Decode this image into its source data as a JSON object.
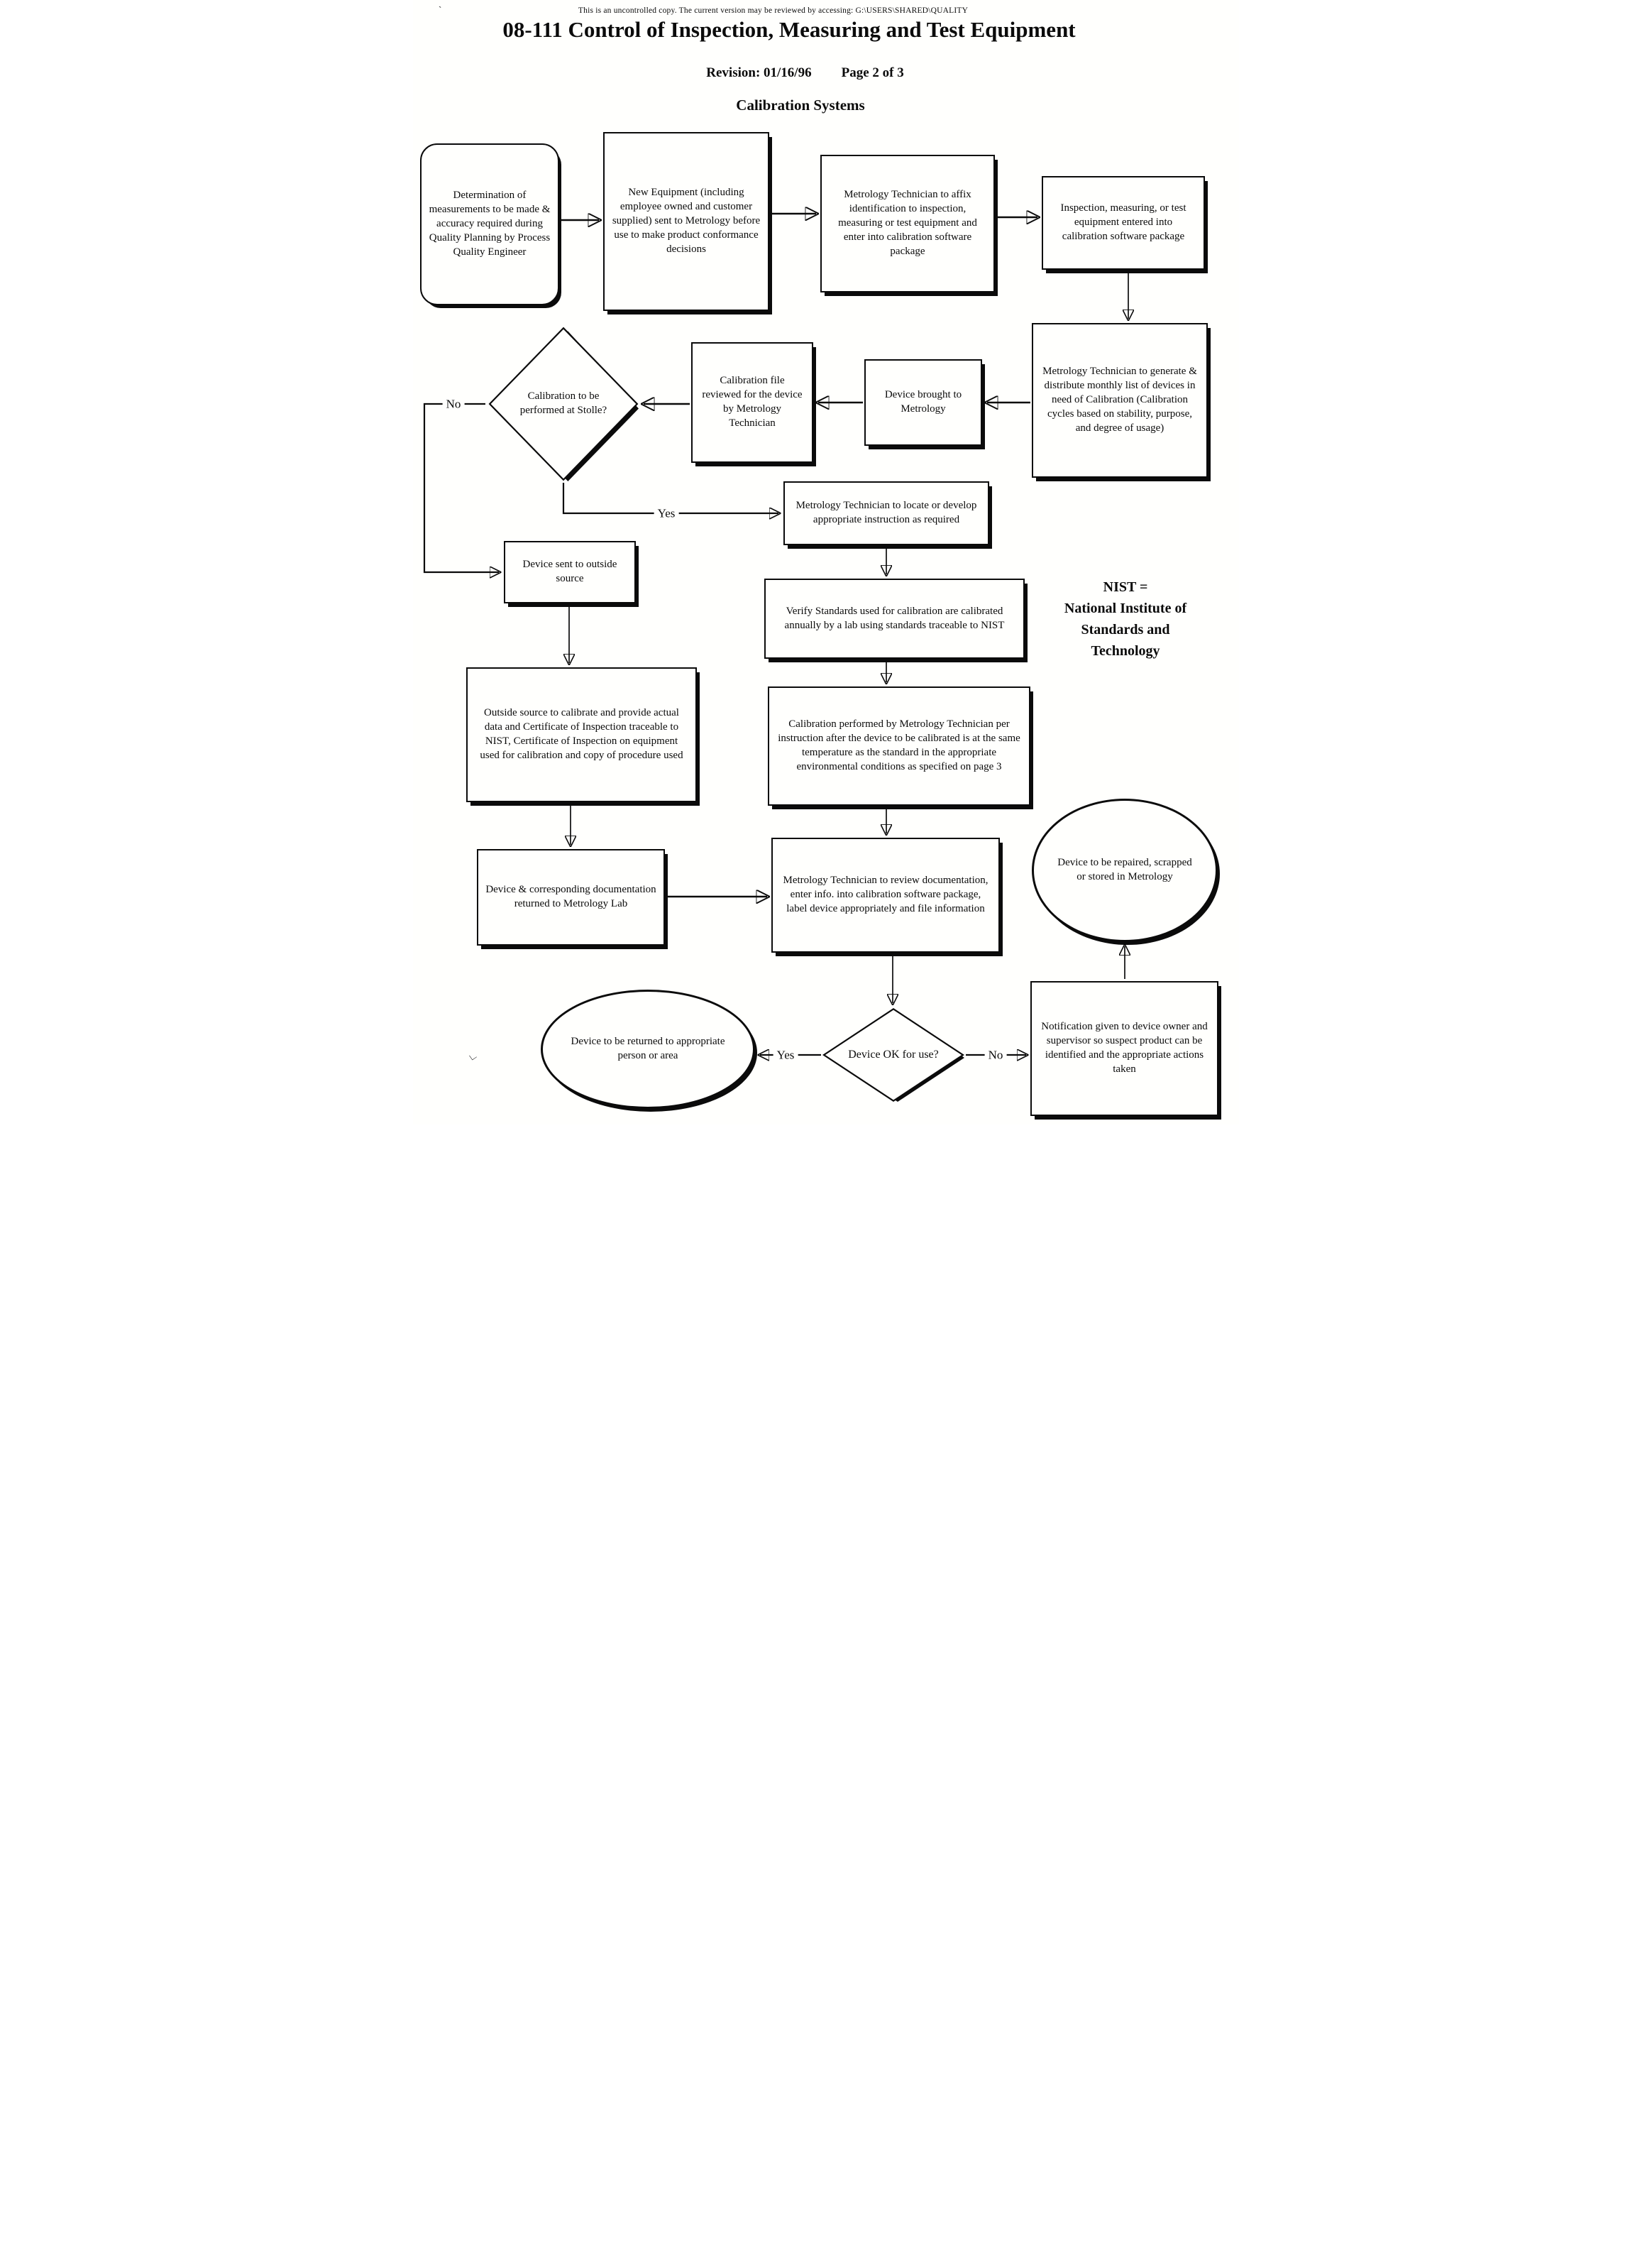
{
  "header": {
    "disclaimer": "This is an uncontrolled copy.  The current version may be reviewed by accessing:  G:\\USERS\\SHARED\\QUALITY",
    "title": "08-111 Control of Inspection, Measuring and Test Equipment",
    "revision": "Revision:  01/16/96",
    "page": "Page 2 of 3",
    "subtitle": "Calibration Systems"
  },
  "nodes": {
    "determination": {
      "shape": "rounded-rect",
      "text": "Determination of measurements to be made & accuracy required during Quality Planning by Process Quality Engineer"
    },
    "new_equipment": {
      "shape": "rect",
      "text": "New Equipment (including employee owned and customer supplied) sent to Metrology before use to make product conformance decisions"
    },
    "affix_identification": {
      "shape": "rect",
      "text": "Metrology Technician to affix identification to inspection, measuring or test equipment and enter into calibration software package"
    },
    "entered_into_software": {
      "shape": "rect",
      "text": "Inspection, measuring, or test equipment entered into calibration software package"
    },
    "monthly_list": {
      "shape": "rect",
      "text": "Metrology Technician to generate & distribute monthly list of devices in need of Calibration (Calibration cycles based on stability, purpose, and degree of usage)"
    },
    "device_brought": {
      "shape": "rect",
      "text": "Device brought to Metrology"
    },
    "calibration_file_reviewed": {
      "shape": "rect",
      "text": "Calibration file reviewed for the device by Metrology Technician"
    },
    "stolle_decision": {
      "shape": "diamond",
      "text": "Calibration to be performed at Stolle?"
    },
    "locate_instruction": {
      "shape": "rect",
      "text": "Metrology Technician to locate or develop appropriate instruction as required"
    },
    "verify_standards": {
      "shape": "rect",
      "text": "Verify Standards used for calibration are calibrated annually by a lab using standards traceable to NIST"
    },
    "calibration_performed": {
      "shape": "rect",
      "text": "Calibration performed by Metrology Technician per instruction after the device to be calibrated is at the same temperature as the standard in the appropriate environmental conditions as specified on page 3"
    },
    "device_outside_source": {
      "shape": "rect",
      "text": "Device sent to outside source"
    },
    "outside_source_calibrate": {
      "shape": "rect",
      "text": "Outside source to calibrate and provide actual data and Certificate of Inspection traceable to NIST, Certificate of Inspection on equipment used for calibration and copy of procedure used"
    },
    "device_returned_lab": {
      "shape": "rect",
      "text": "Device & corresponding documentation returned to Metrology Lab"
    },
    "review_documentation": {
      "shape": "rect",
      "text": "Metrology Technician to review documentation, enter info. into calibration software package, label device appropriately and file information"
    },
    "device_ok_decision": {
      "shape": "diamond",
      "text": "Device OK for use?"
    },
    "device_returned_person": {
      "shape": "ellipse",
      "text": "Device to be returned to appropriate person or area"
    },
    "notification_owner": {
      "shape": "rect",
      "text": "Notification given to device owner and supervisor so suspect product can be identified and the appropriate actions taken"
    },
    "device_repaired": {
      "shape": "ellipse",
      "text": "Device to be repaired, scrapped or stored in Metrology"
    }
  },
  "annotation": {
    "nist_line1": "NIST =",
    "nist_line2": "National Institute of",
    "nist_line3": "Standards and",
    "nist_line4": "Technology"
  },
  "edge_labels": {
    "stolle_no": "No",
    "stolle_yes": "Yes",
    "ok_yes": "Yes",
    "ok_no": "No"
  },
  "colors": {
    "ink": "#0b0b0b",
    "paper": "#fffffd"
  }
}
